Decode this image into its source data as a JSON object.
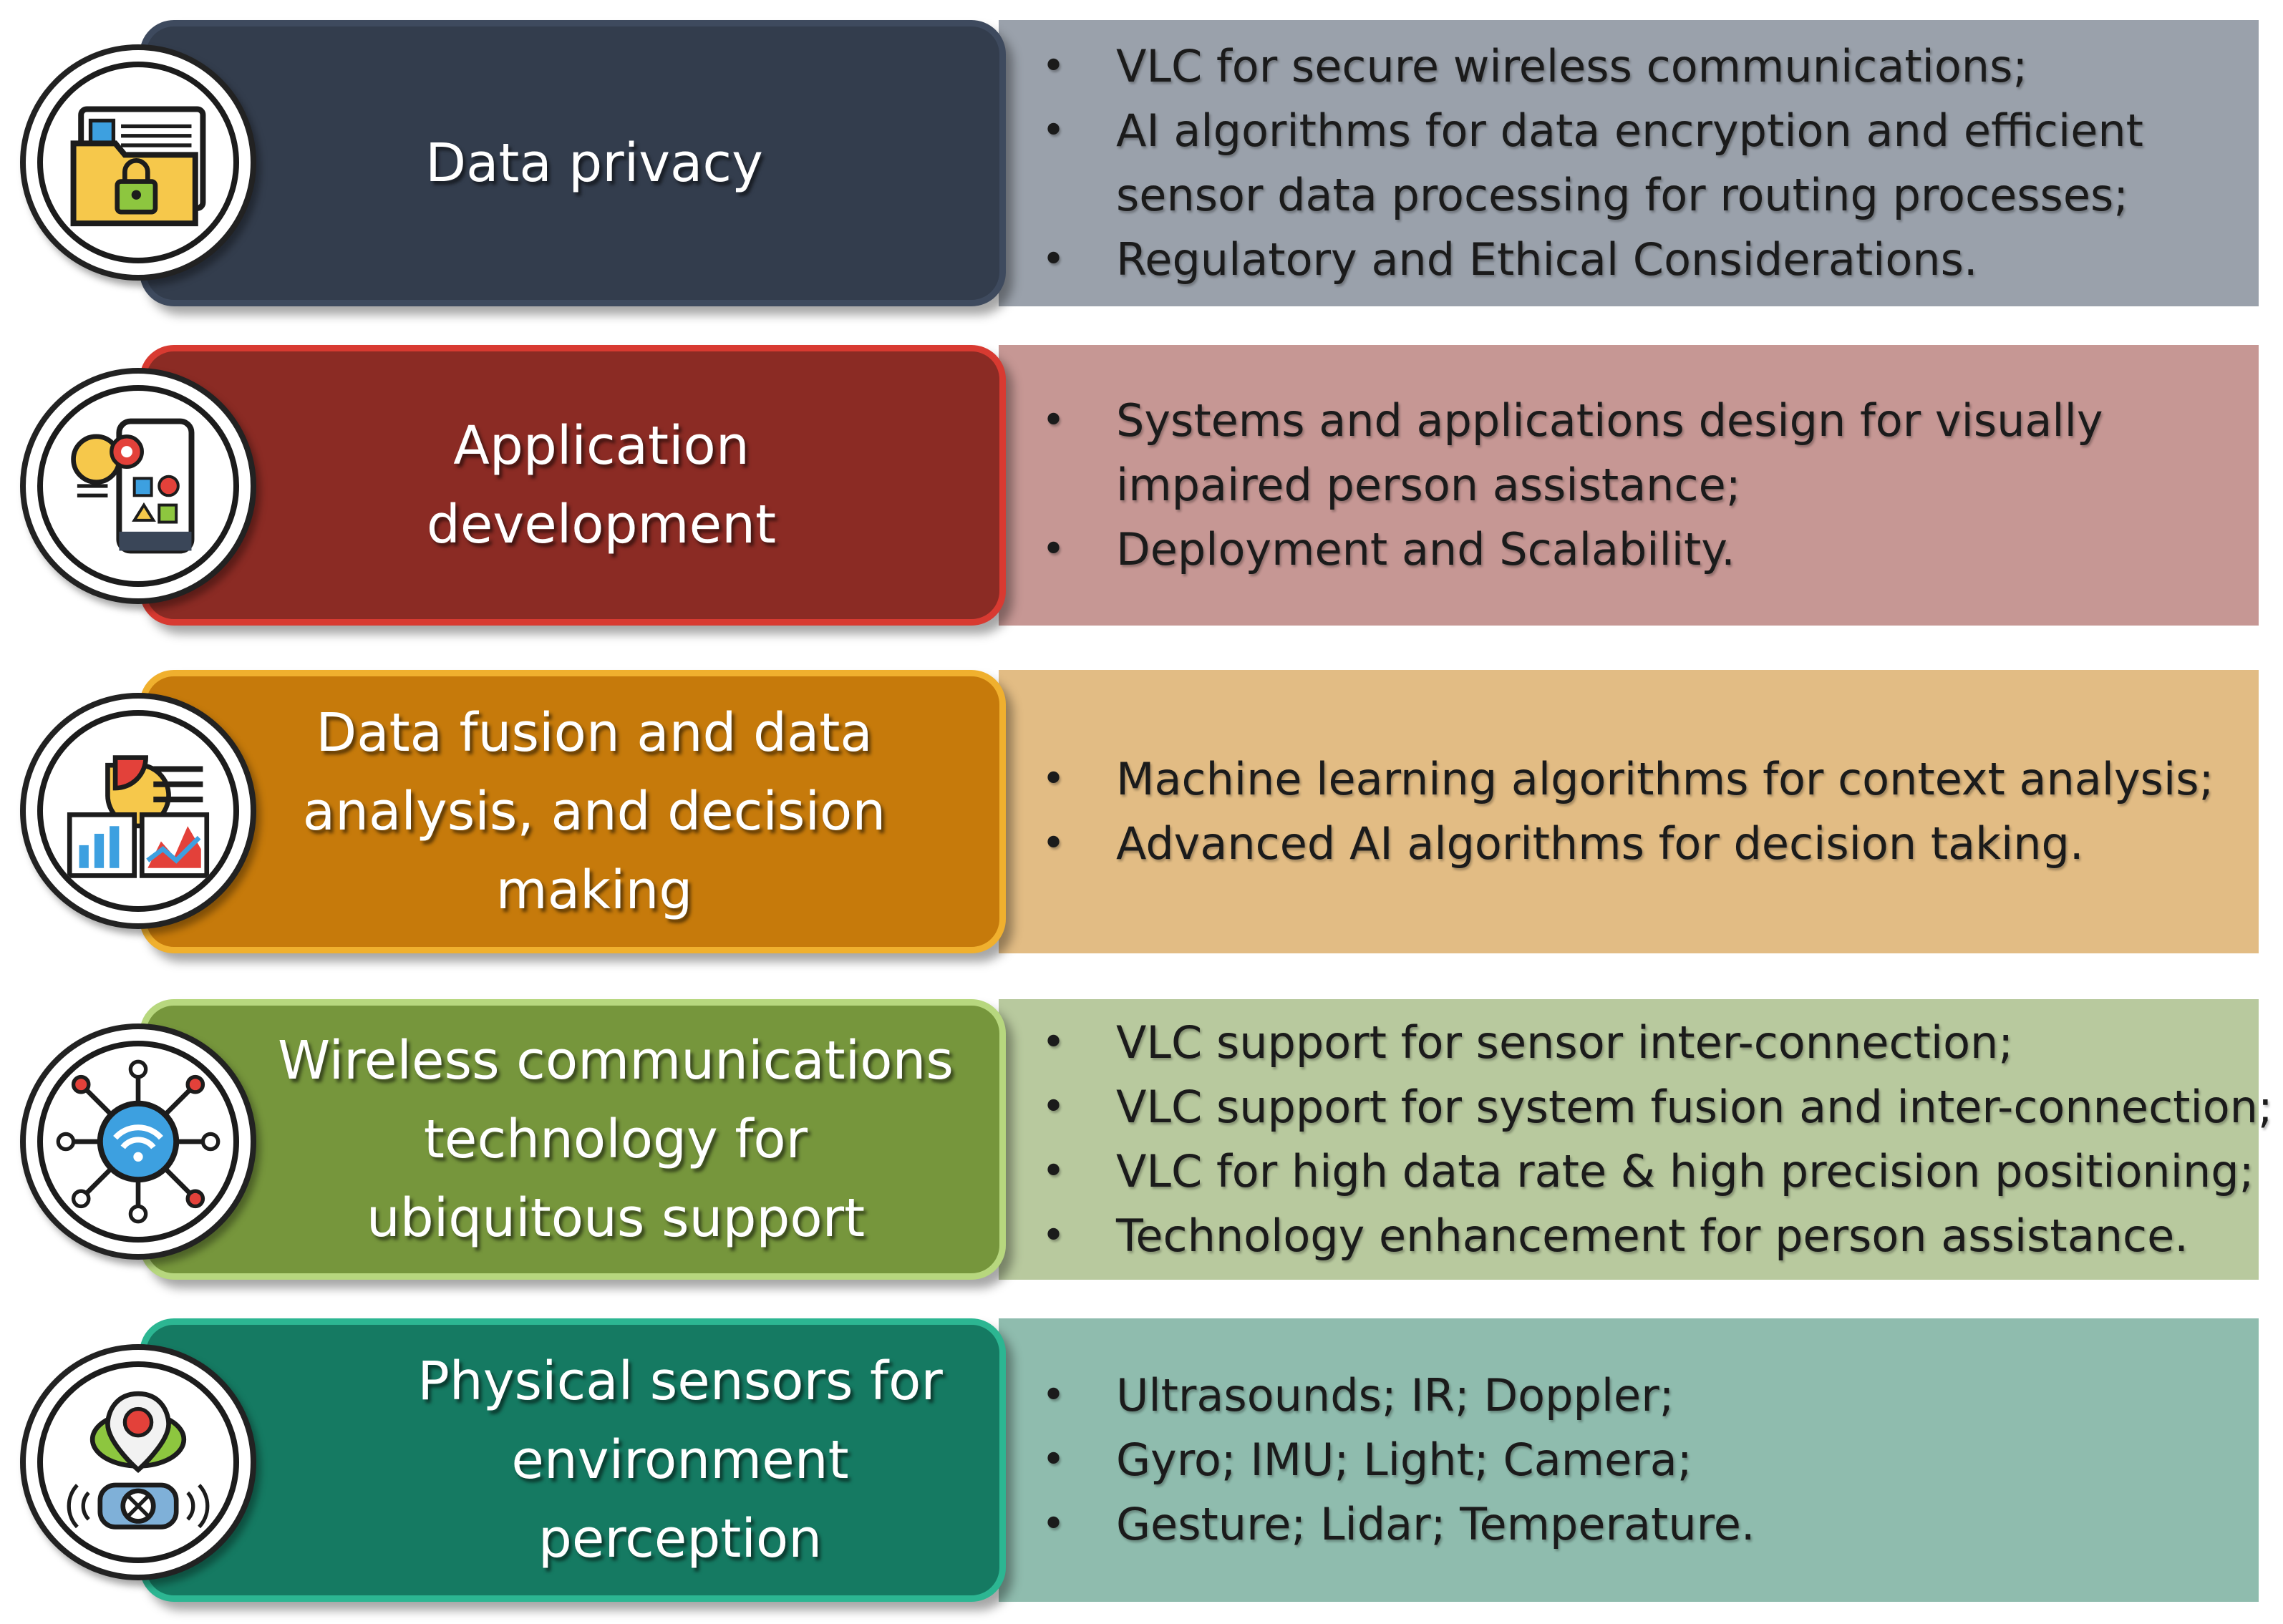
{
  "rows": [
    {
      "title": "Data privacy",
      "icon": "folder-lock-icon",
      "colors": {
        "tab": "#333d4d",
        "tab_border": "#3e4a5e",
        "panel": "#9aa1ab"
      },
      "bullets": [
        "VLC for secure wireless communications;",
        "AI algorithms for data encryption and efficient",
        "Regulatory and Ethical Considerations."
      ],
      "continuations": [
        "sensor data processing for routing processes;"
      ]
    },
    {
      "title": "Application development",
      "icon": "mobile-app-settings-icon",
      "colors": {
        "tab": "#8b2b24",
        "tab_border": "#d83a31",
        "panel": "#c69794"
      },
      "bullets": [
        "Systems and applications design for visually",
        "Deployment and Scalability."
      ],
      "continuations": [
        "impaired person assistance;"
      ]
    },
    {
      "title": "Data fusion and data\nanalysis, and decision\nmaking",
      "icon": "analytics-charts-icon",
      "colors": {
        "tab": "#c67a0b",
        "tab_border": "#f0b02e",
        "panel": "#e2bc84"
      },
      "bullets": [
        "Machine learning algorithms for context analysis;",
        "Advanced AI algorithms for decision taking."
      ]
    },
    {
      "title": "Wireless communications\ntechnology for\nubiquitous support",
      "icon": "wifi-network-icon",
      "colors": {
        "tab": "#76963c",
        "tab_border": "#b7d77e",
        "panel": "#b8c99e"
      },
      "bullets": [
        "VLC support for sensor inter-connection;",
        "VLC support for system fusion and inter-connection;",
        "VLC for high data rate & high precision positioning;",
        "Technology enhancement for person assistance."
      ]
    },
    {
      "title": "Physical sensors for\nenvironment\nperception",
      "icon": "location-sensor-icon",
      "colors": {
        "tab": "#157a62",
        "tab_border": "#2cb692",
        "panel": "#8fbcae"
      },
      "bullets": [
        "Ultrasounds; IR; Doppler;",
        "Gyro; IMU; Light; Camera;",
        "Gesture; Lidar; Temperature."
      ]
    }
  ]
}
